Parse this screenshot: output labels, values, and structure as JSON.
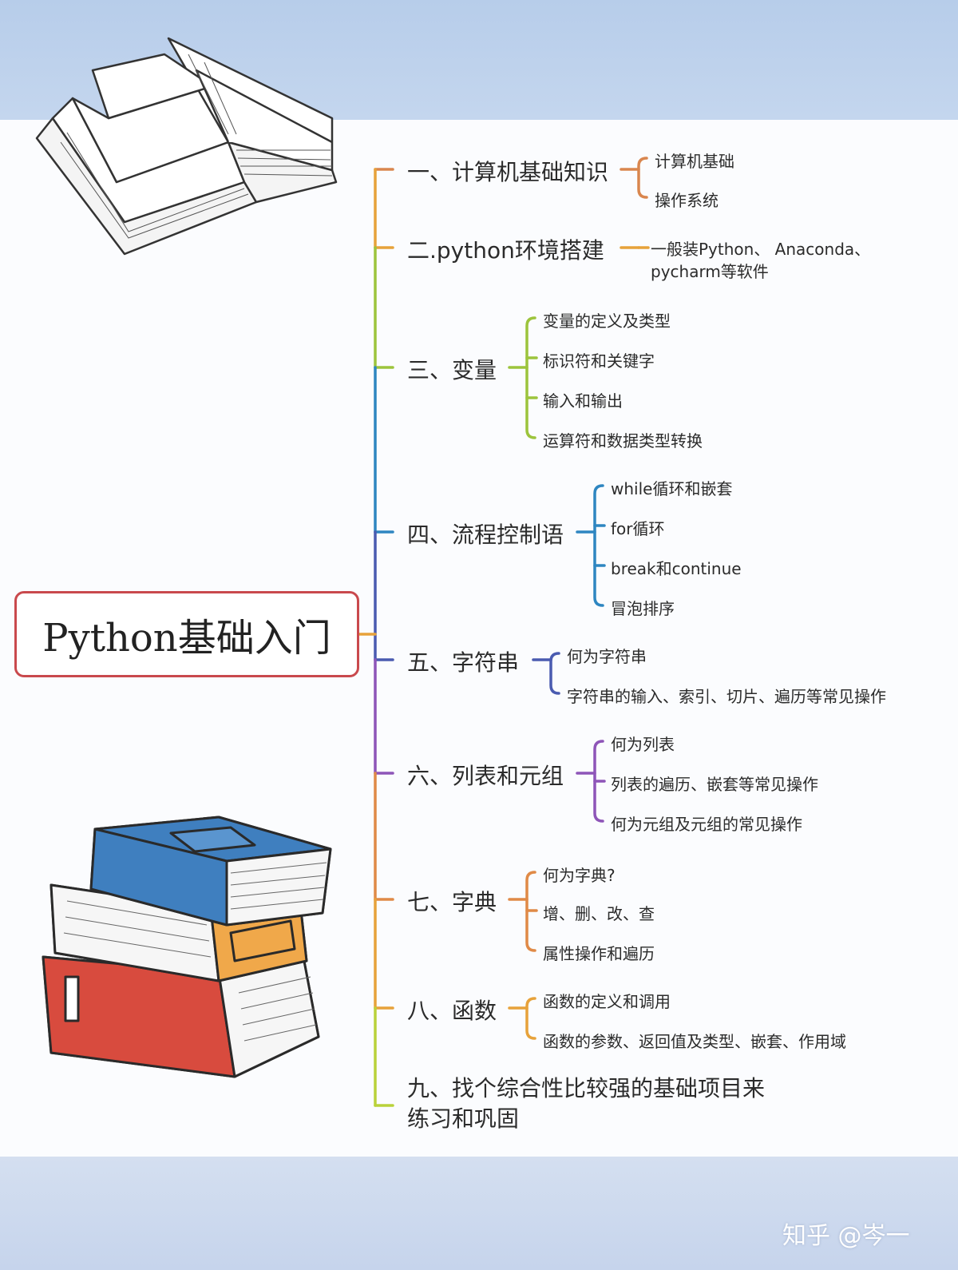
{
  "root": {
    "title": "Python基础入门",
    "color": "#c9494d"
  },
  "branches": [
    {
      "label": "一、计算机基础知识",
      "color": "#d9864e",
      "children": [
        "计算机基础",
        "操作系统"
      ]
    },
    {
      "label": "二.python环境搭建",
      "color": "#e7a23a",
      "children": [
        "一般装Python、 Anaconda、pycharm等软件"
      ]
    },
    {
      "label": "三、变量",
      "color": "#9cc43c",
      "children": [
        "变量的定义及类型",
        "标识符和关键字",
        "输入和输出",
        "运算符和数据类型转换"
      ]
    },
    {
      "label": "四、流程控制语",
      "color": "#2e86c1",
      "children": [
        "while循环和嵌套",
        "for循环",
        "break和continue",
        "冒泡排序"
      ]
    },
    {
      "label": "五、字符串",
      "color": "#4a5bb0",
      "children": [
        "何为字符串",
        "字符串的输入、索引、切片、遍历等常见操作"
      ]
    },
    {
      "label": "六、列表和元组",
      "color": "#8e55b8",
      "children": [
        "何为列表",
        "列表的遍历、嵌套等常见操作",
        "何为元组及元组的常见操作"
      ]
    },
    {
      "label": "七、字典",
      "color": "#e08a47",
      "children": [
        "何为字典?",
        "增、删、改、查",
        "属性操作和遍历"
      ]
    },
    {
      "label": "八、函数",
      "color": "#e7a23a",
      "children": [
        "函数的定义和调用",
        "函数的参数、返回值及类型、嵌套、作用域"
      ]
    },
    {
      "label": "九、找个综合性比较强的基础项目来练习和巩固",
      "color": "#b9d23a",
      "children": []
    }
  ],
  "watermark": "知乎 @岑一"
}
